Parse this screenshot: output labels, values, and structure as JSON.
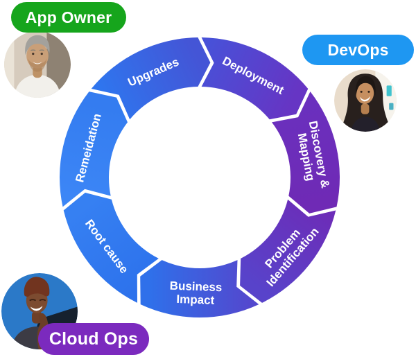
{
  "badges": [
    {
      "id": "app-owner",
      "label": "App Owner",
      "color": "#16A51C",
      "text_color": "#ffffff"
    },
    {
      "id": "devops",
      "label": "DevOps",
      "color": "#1E97F2",
      "text_color": "#ffffff"
    },
    {
      "id": "cloud-ops",
      "label": "Cloud Ops",
      "color": "#7B2ABE",
      "text_color": "#ffffff"
    }
  ],
  "avatars": [
    {
      "id": "app-owner",
      "alt": "App Owner person photo",
      "palette": {
        "bg": "#D6CBBD",
        "bgside": "#8E8273",
        "bglight": "#EAE3D7",
        "hair": "#A3A19C",
        "skin": "#C99F78",
        "beard": "#A87E55",
        "shirt": "#F2F0EB"
      }
    },
    {
      "id": "devops",
      "alt": "DevOps person photo",
      "palette": {
        "bg": "#E9DCCB",
        "bgright": "#F6F3EC",
        "accent": "#3FC3CE",
        "accent2": "#2BA3BC",
        "hair": "#28201D",
        "skin": "#C68F60",
        "top": "#23202B"
      }
    },
    {
      "id": "cloud-ops",
      "alt": "Cloud Ops person photo",
      "palette": {
        "bg": "#2B79C8",
        "bgdark": "#16212E",
        "hair": "#71341F",
        "skin": "#7C4B30",
        "arm": "#6B3E26",
        "top": "#3C3B44"
      }
    }
  ],
  "cycle": {
    "type": "cycle-diagram",
    "direction": "clockwise",
    "label_color": "#ffffff",
    "segments": [
      {
        "label": "Deployment",
        "lines": [
          "Deployment"
        ],
        "color_start": "#4851D8",
        "color_end": "#6635C4"
      },
      {
        "label": "Discovery & Mapping",
        "lines": [
          "Discovery &",
          "Mapping"
        ],
        "color_start": "#6A30BE",
        "color_end": "#6F2AB5"
      },
      {
        "label": "Problem Identification",
        "lines": [
          "Problem",
          "Identification"
        ],
        "color_start": "#6C2DB8",
        "color_end": "#5843CA"
      },
      {
        "label": "Business Impact",
        "lines": [
          "Business",
          "Impact"
        ],
        "color_start": "#5348CE",
        "color_end": "#2F70EA"
      },
      {
        "label": "Root cause",
        "lines": [
          "Root cause"
        ],
        "color_start": "#2D72EC",
        "color_end": "#3680F2"
      },
      {
        "label": "Remeidation",
        "lines": [
          "Remeidation"
        ],
        "color_start": "#3C86F6",
        "color_end": "#347CF0"
      },
      {
        "label": "Upgrades",
        "lines": [
          "Upgrades"
        ],
        "color_start": "#2F75EE",
        "color_end": "#4455D6"
      }
    ]
  }
}
